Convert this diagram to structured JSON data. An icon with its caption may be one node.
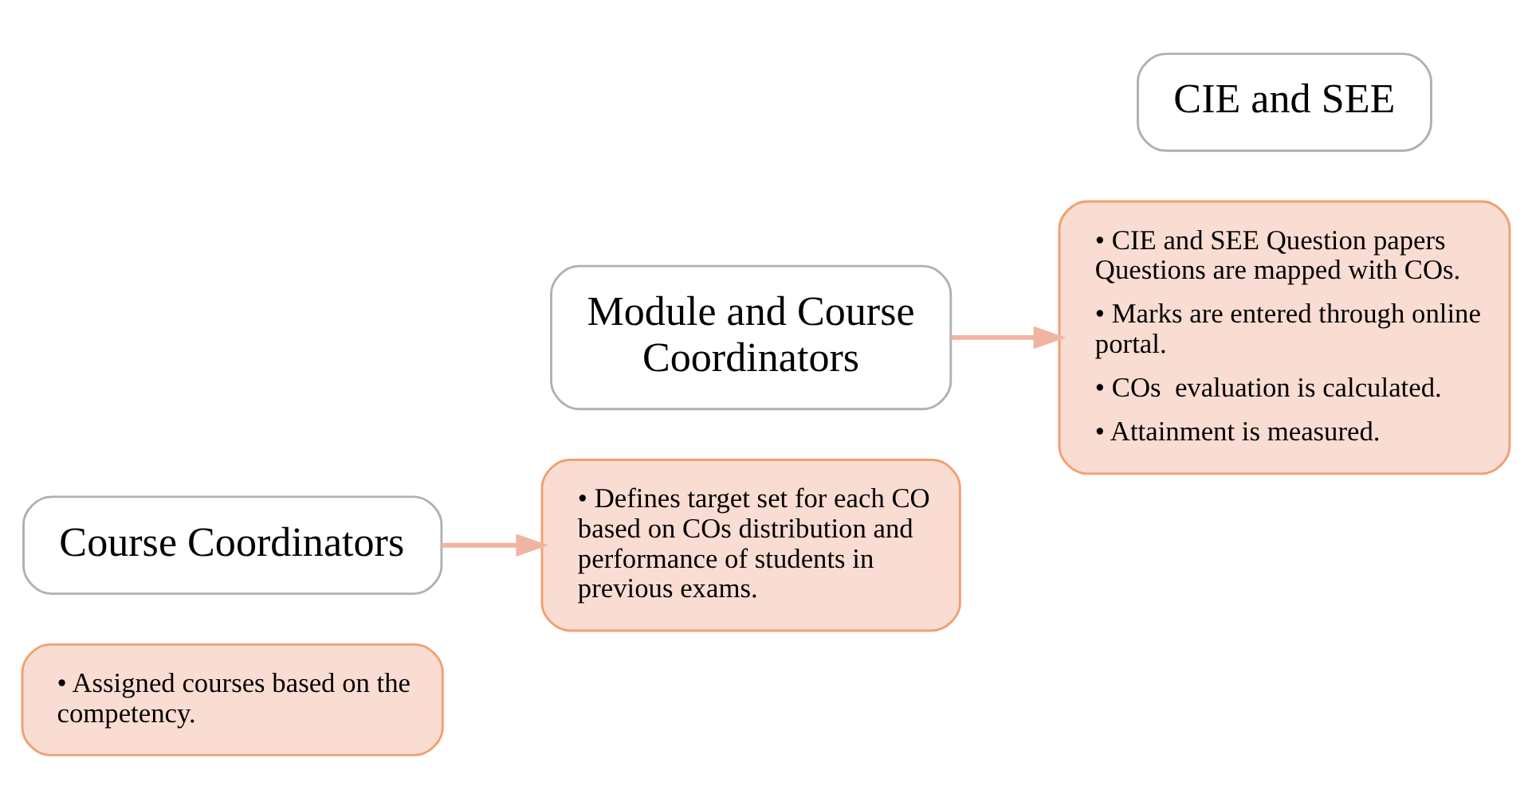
{
  "diagram": {
    "nodes": [
      {
        "text": [
          "• Assigned courses based on the competency."
        ]
      },
      {
        "text": [
          "Course Coordinators"
        ]
      },
      {
        "text": [
          "Module and Course Coordinators"
        ]
      },
      {
        "text": [
          "• Defines target set for each CO based on COs distribution and performance of students in previous exams."
        ]
      },
      {
        "text": [
          "• CIE and SEE Question papers Questions are mapped with COs.",
          "• Marks are entered through online portal.",
          "• COs  evaluation is calculated.",
          "• Attainment is measured."
        ]
      },
      {
        "text": [
          "CIE and SEE"
        ]
      }
    ],
    "edges": [
      {
        "from": 1,
        "to": 3,
        "arrow": "to"
      },
      {
        "from": 2,
        "to": 4,
        "arrow": "to"
      }
    ]
  }
}
